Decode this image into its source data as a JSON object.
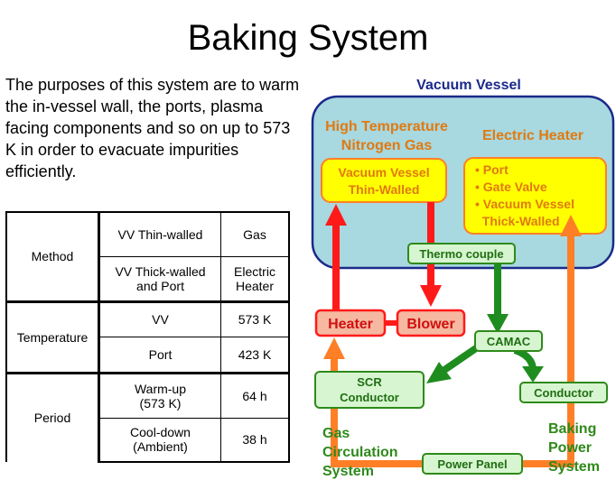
{
  "title": "Baking System",
  "intro": "The purposes of this system are to warm the in-vessel wall, the ports, plasma facing components and so on up to 573 K in order to evacuate impurities efficiently.",
  "table": {
    "method": {
      "label": "Method",
      "rows": [
        {
          "item": "VV Thin-walled",
          "value": "Gas"
        },
        {
          "item": [
            "VV Thick-walled",
            "and Port"
          ],
          "value": [
            "Electric",
            "Heater"
          ]
        }
      ]
    },
    "temperature": {
      "label": "Temperature",
      "rows": [
        {
          "item": "VV",
          "value": "573 K"
        },
        {
          "item": "Port",
          "value": "423 K"
        }
      ]
    },
    "period": {
      "label": "Period",
      "rows": [
        {
          "item": [
            "Warm-up",
            "(573 K)"
          ],
          "value": "64 h"
        },
        {
          "item": [
            "Cool-down",
            "(Ambient)"
          ],
          "value": "38 h"
        }
      ]
    }
  },
  "diagram": {
    "vessel_label": "Vacuum Vessel",
    "nitrogen_label": [
      "High Temperature",
      "Nitrogen Gas"
    ],
    "heater_label": "Electric Heater",
    "thin_box": [
      "Vacuum Vessel",
      "Thin-Walled"
    ],
    "thick_box": [
      "• Port",
      "• Gate Valve",
      "• Vacuum Vessel",
      "  Thick-Walled"
    ],
    "thermo": "Thermo couple",
    "heater_unit": "Heater",
    "blower_unit": "Blower",
    "camac": "CAMAC",
    "scr": [
      "SCR",
      "Conductor"
    ],
    "conductor": "Conductor",
    "power_panel": "Power Panel",
    "gas_system": [
      "Gas",
      "Circulation",
      "System"
    ],
    "power_system": [
      "Baking",
      "Power",
      "System"
    ],
    "colors": {
      "vessel_fill": "#a8d8e0",
      "vessel_stroke": "#1a2a8a",
      "yellow_fill": "#ffff00",
      "gas_arrow": "#ff1a1a",
      "power_arrow": "#ff7f27",
      "control_arrow": "#1f8c1f",
      "green_box": "#d7f5d0",
      "red_box": "#f6b8a0",
      "orange_text": "#e07a10",
      "green_text": "#2e8a1a",
      "navy_text": "#1a2a8a"
    }
  }
}
